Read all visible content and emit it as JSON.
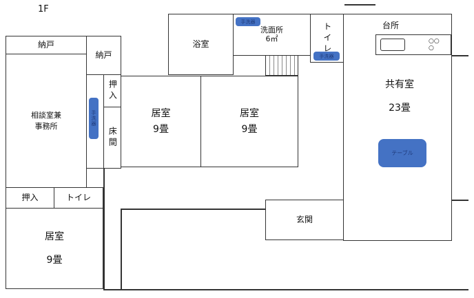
{
  "floor": "1F",
  "rooms": {
    "storage1": "納戸",
    "storage2": "納戸",
    "office": "相談室兼\n事務所",
    "closet1": "押入",
    "toilet1": "トイレ",
    "living3_name": "居室",
    "living3_size": "9畳",
    "closet2": "押入",
    "alcove": "床間",
    "living1_name": "居室",
    "living1_size": "9畳",
    "living2_name": "居室",
    "living2_size": "9畳",
    "bath": "浴室",
    "washroom_name": "洗面所",
    "washroom_size": "6㎡",
    "toilet2": "トイレ",
    "kitchen": "台所",
    "common_name": "共有室",
    "common_size": "23畳",
    "entrance": "玄関"
  },
  "fixtures": {
    "sink1": "手洗器",
    "sink2": "手洗器",
    "corridor_tag": "手洗器",
    "table": "テーブル"
  },
  "colors": {
    "fixture": "#4472c4"
  }
}
